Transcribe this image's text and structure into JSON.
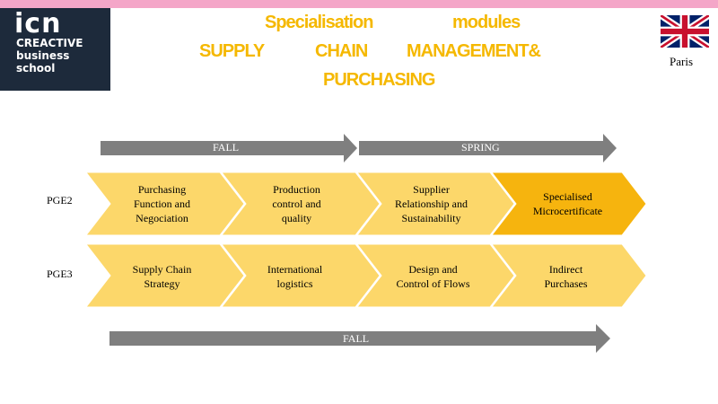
{
  "title": {
    "line1_a": "Specialisation",
    "line1_b": "modules",
    "line2_a": "SUPPLY",
    "line2_b": "CHAIN",
    "line2_c": "MANAGEMENT&",
    "line3": "PURCHASING"
  },
  "logo": {
    "brand": "icn",
    "tagline_1": "CREACTIVE",
    "tagline_2": "business",
    "tagline_3": "school"
  },
  "location": {
    "city": "Paris",
    "flag_icon": "uk-flag-icon"
  },
  "timeline_top": {
    "fall": "FALL",
    "spring": "SPRING"
  },
  "timeline_bottom": {
    "fall": "FALL"
  },
  "rows": [
    {
      "label": "PGE2",
      "modules": [
        "Purchasing\nFunction  and\nNegociation",
        "Production\ncontrol  and\nquality",
        "Supplier\nRelationship  and\nSustainability",
        "Specialised\nMicrocertificate"
      ]
    },
    {
      "label": "PGE3",
      "modules": [
        "Supply  Chain\nStrategy",
        "International\nlogistics",
        "Design  and\nControl  of Flows",
        "Indirect\nPurchases"
      ]
    }
  ],
  "colors": {
    "top_bar": "#f4a6c8",
    "title": "#f5b800",
    "chevron": "#fcd76a",
    "chevron_highlight": "#f6b40e",
    "arrow": "#7f7f7f",
    "logo_bg": "#1d2a3b"
  }
}
